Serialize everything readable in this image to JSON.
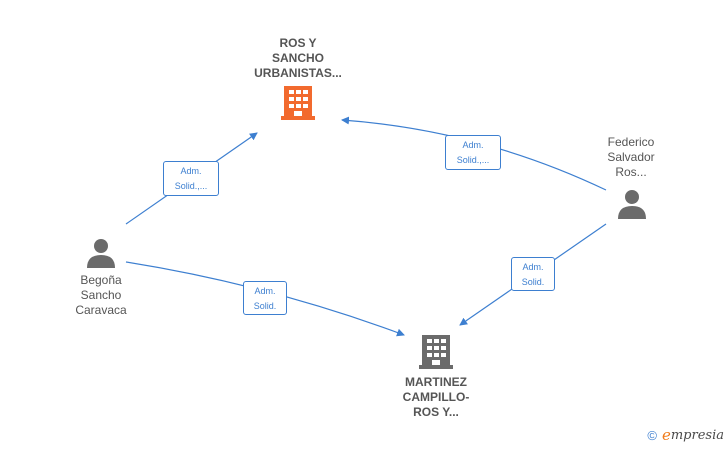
{
  "nodes": {
    "ros_y_sancho": {
      "label": "ROS Y\nSANCHO\nURBANISTAS..."
    },
    "martinez_campillo": {
      "label": "MARTINEZ\nCAMPILLO-\nROS Y..."
    },
    "begona": {
      "label": "Begoña\nSancho\nCaravaca"
    },
    "federico": {
      "label": "Federico\nSalvador\nRos..."
    }
  },
  "relations": {
    "begona_to_ros": {
      "label": "Adm.\nSolid.,..."
    },
    "federico_to_ros": {
      "label": "Adm.\nSolid.,..."
    },
    "begona_to_martinez": {
      "label": "Adm.\nSolid."
    },
    "federico_to_martinez": {
      "label": "Adm.\nSolid."
    }
  },
  "colors": {
    "edge": "#3d7fd0",
    "company_highlight": "#f26a2e",
    "company": "#6b6b6b",
    "person": "#6b6b6b"
  },
  "footer": {
    "copyright": "©",
    "brand_initial": "e",
    "brand_rest": "mpresia"
  }
}
